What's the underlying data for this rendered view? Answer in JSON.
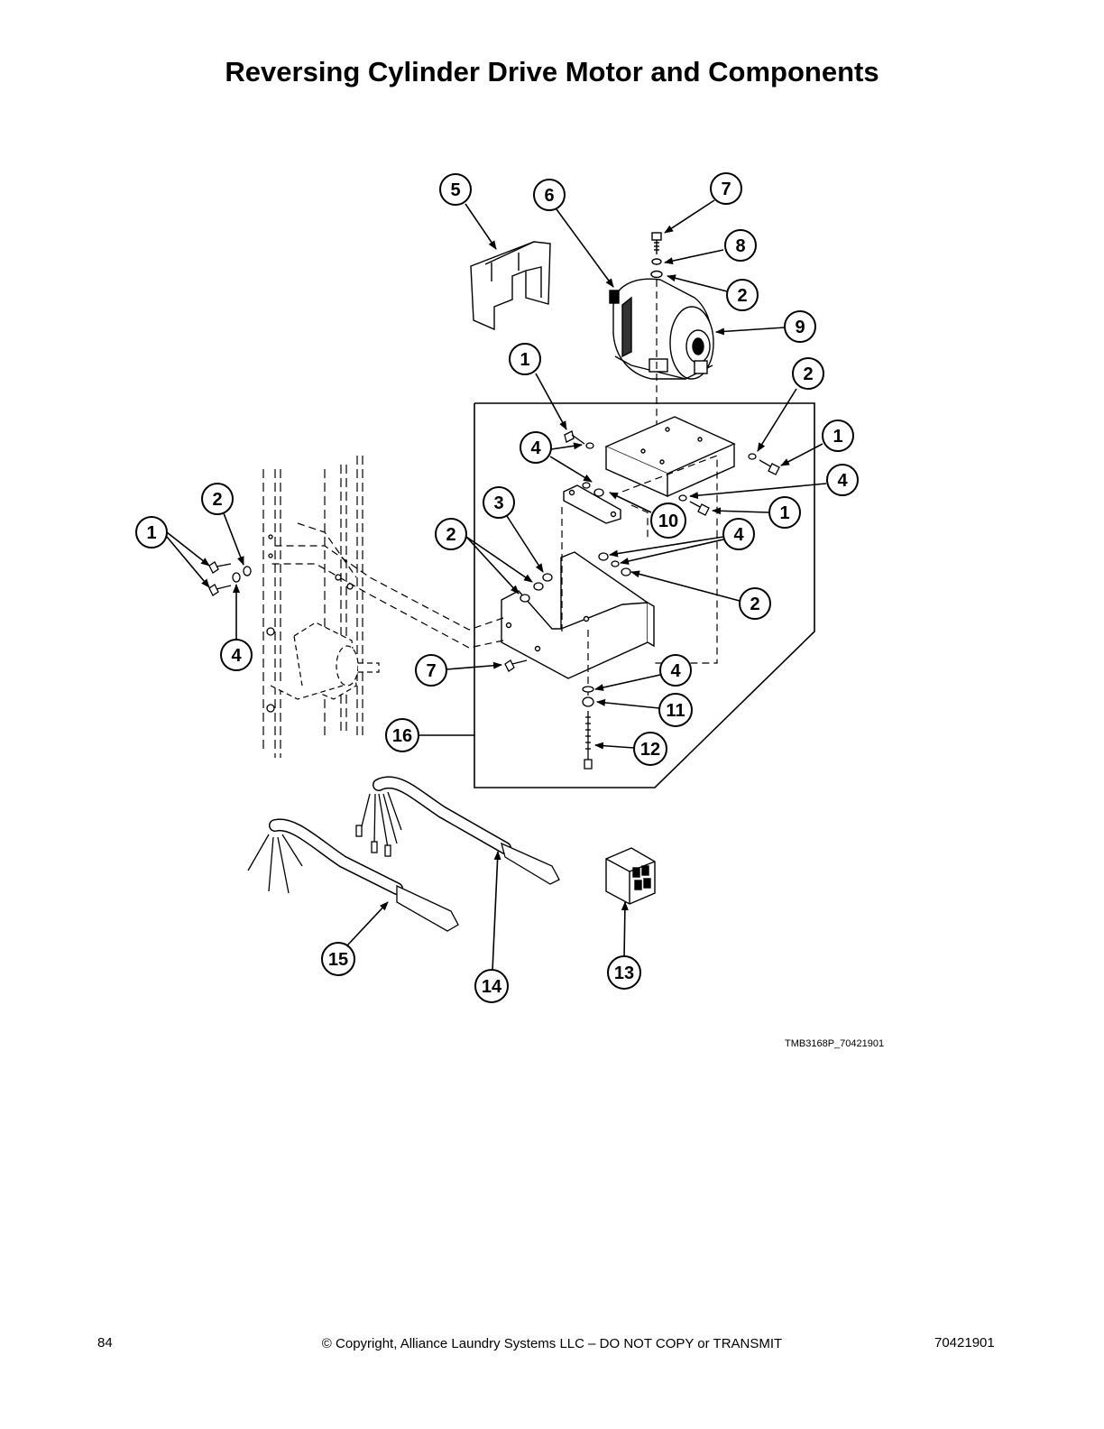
{
  "page": {
    "title": "Reversing Cylinder Drive Motor and Components",
    "figure_id": "TMB3168P_70421901",
    "page_number": "84",
    "copyright": "© Copyright, Alliance Laundry Systems LLC – DO NOT COPY or TRANSMIT",
    "document_number": "70421901"
  },
  "callouts": {
    "c5": "5",
    "c6": "6",
    "c7a": "7",
    "c8": "8",
    "c2a": "2",
    "c9": "9",
    "c1a": "1",
    "c2b": "2",
    "c4a": "4",
    "c1b": "1",
    "c4b": "4",
    "c1c": "1",
    "c3": "3",
    "c10": "10",
    "c2c": "2",
    "c4c": "4",
    "c2d": "2",
    "c1d": "1",
    "c2e": "2",
    "c4d": "4",
    "c7b": "7",
    "c4e": "4",
    "c11": "11",
    "c16": "16",
    "c12": "12",
    "c15": "15",
    "c14": "14",
    "c13": "13"
  }
}
